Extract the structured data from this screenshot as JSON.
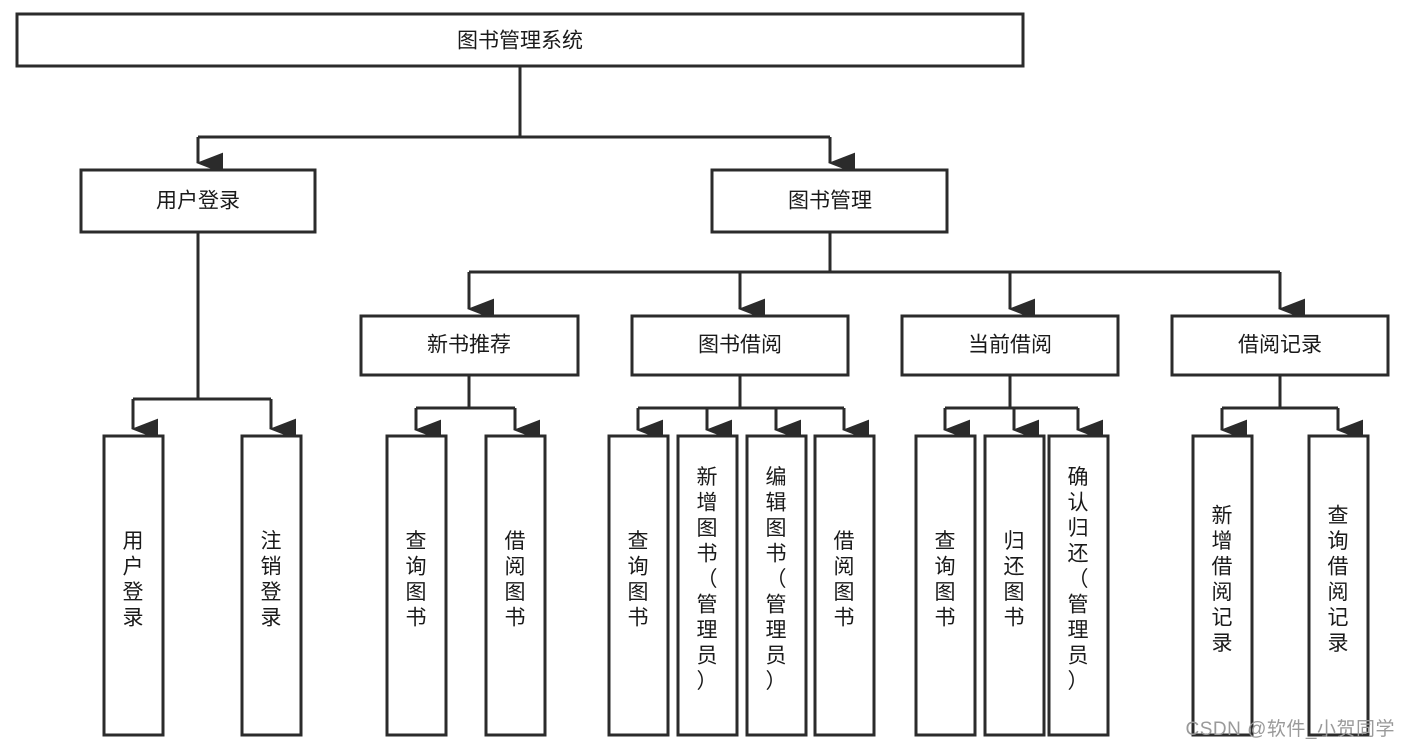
{
  "diagram": {
    "type": "tree-hierarchy",
    "title": "图书管理系统",
    "orientation": "top-down",
    "colors": {
      "box_stroke": "#2b2b2b",
      "box_fill": "#ffffff",
      "connector": "#2b2b2b",
      "text": "#1a1a1a",
      "watermark": "#9a9a9a",
      "background": "#ffffff"
    },
    "levels": {
      "root": {
        "label": "图书管理系统"
      },
      "level2": [
        {
          "id": "user-login",
          "label": "用户登录"
        },
        {
          "id": "book-management",
          "label": "图书管理"
        }
      ],
      "level3": [
        {
          "id": "new-book-recommend",
          "label": "新书推荐",
          "parent": "book-management"
        },
        {
          "id": "book-borrow",
          "label": "图书借阅",
          "parent": "book-management"
        },
        {
          "id": "current-borrow",
          "label": "当前借阅",
          "parent": "book-management"
        },
        {
          "id": "borrow-record",
          "label": "借阅记录",
          "parent": "book-management"
        }
      ],
      "leaves": {
        "user-login": [
          {
            "id": "leaf-user-login",
            "label": "用户登录"
          },
          {
            "id": "leaf-logout-login",
            "label": "注销登录"
          }
        ],
        "new-book-recommend": [
          {
            "id": "leaf-query-books-1",
            "label": "查询图书"
          },
          {
            "id": "leaf-borrow-books-1",
            "label": "借阅图书"
          }
        ],
        "book-borrow": [
          {
            "id": "leaf-query-books-2",
            "label": "查询图书"
          },
          {
            "id": "leaf-add-book-admin",
            "label": "新增图书（管理员）"
          },
          {
            "id": "leaf-edit-book-admin",
            "label": "编辑图书（管理员）"
          },
          {
            "id": "leaf-borrow-books-2",
            "label": "借阅图书"
          }
        ],
        "current-borrow": [
          {
            "id": "leaf-query-books-3",
            "label": "查询图书"
          },
          {
            "id": "leaf-return-books",
            "label": "归还图书"
          },
          {
            "id": "leaf-confirm-return-admin",
            "label": "确认归还（管理员）"
          }
        ],
        "borrow-record": [
          {
            "id": "leaf-add-borrow-record",
            "label": "新增借阅记录"
          },
          {
            "id": "leaf-query-borrow-record",
            "label": "查询借阅记录"
          }
        ]
      }
    }
  },
  "watermark": {
    "text": "CSDN @软件_小贺同学"
  }
}
